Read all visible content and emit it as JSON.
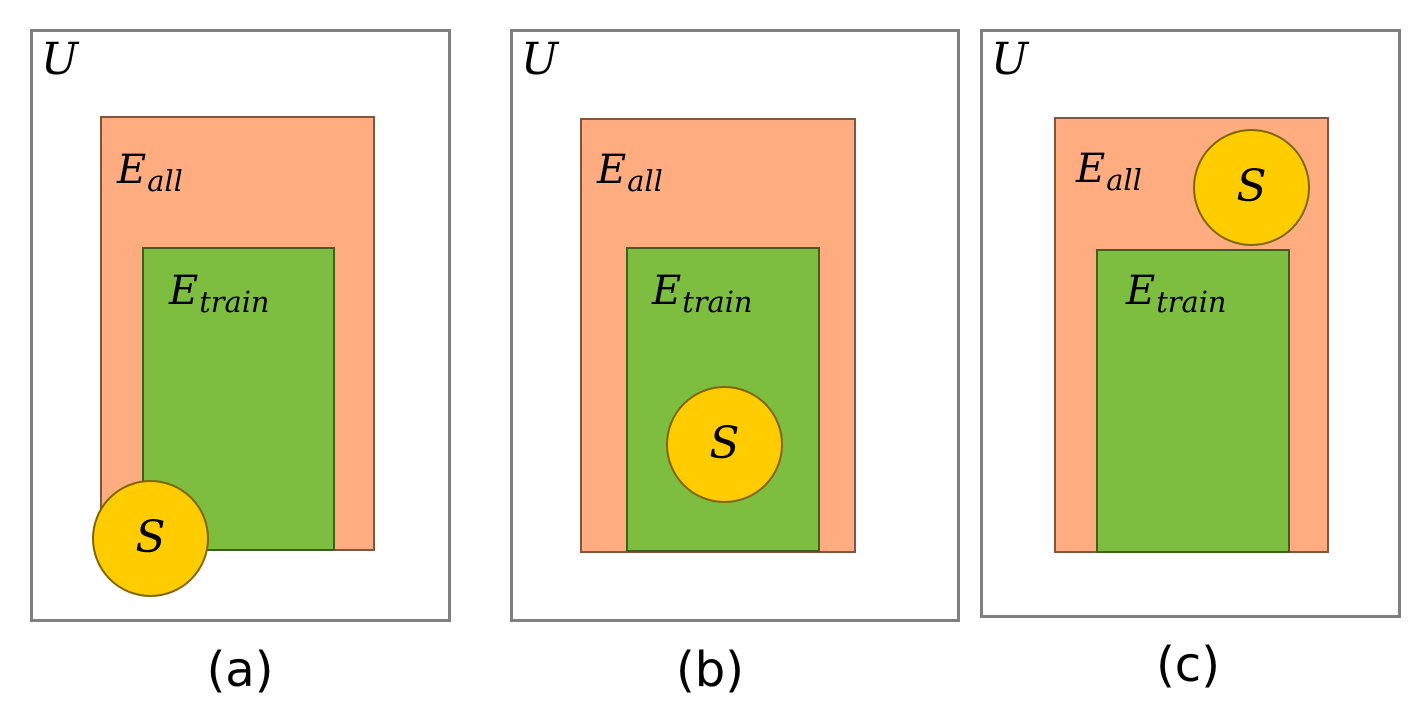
{
  "panels": [
    {
      "universe_label": "U",
      "e_all_label": {
        "base": "E",
        "sub": "all"
      },
      "e_train_label": {
        "base": "E",
        "sub": "train"
      },
      "s_label": "S",
      "caption": "(a)"
    },
    {
      "universe_label": "U",
      "e_all_label": {
        "base": "E",
        "sub": "all"
      },
      "e_train_label": {
        "base": "E",
        "sub": "train"
      },
      "s_label": "S",
      "caption": "(b)"
    },
    {
      "universe_label": "U",
      "e_all_label": {
        "base": "E",
        "sub": "all"
      },
      "e_train_label": {
        "base": "E",
        "sub": "train"
      },
      "s_label": "S",
      "caption": "(c)"
    }
  ],
  "colors": {
    "universe_border": "#808080",
    "e_all_fill": "#ffad80",
    "e_train_fill": "#7dbd40",
    "s_fill": "#ffcc00"
  }
}
